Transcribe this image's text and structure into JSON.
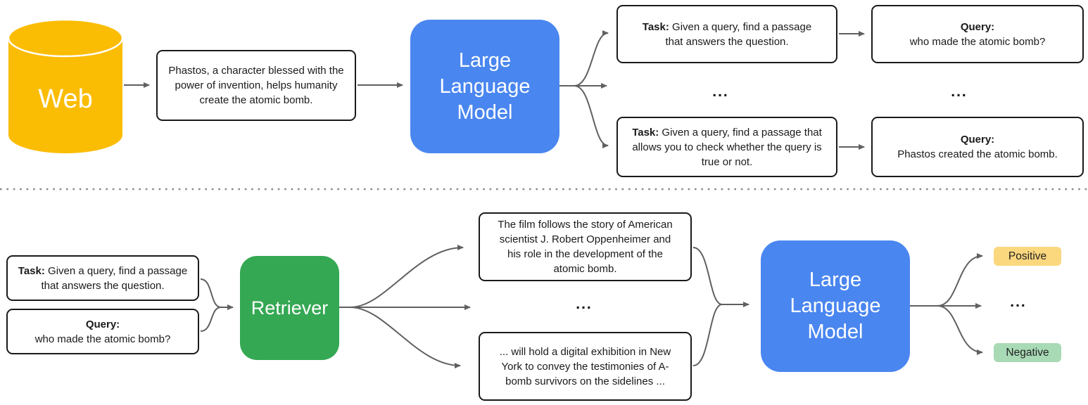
{
  "colors": {
    "web_fill": "#FBBC04",
    "llm_fill": "#4A86F0",
    "retriever_fill": "#34A853",
    "positive_fill": "#FBD77E",
    "negative_fill": "#A8DAB5",
    "arrow": "#606060"
  },
  "ellipsis": "...",
  "stage1": {
    "web_label": "Web",
    "source_passage": "Phastos, a character blessed with the power of invention, helps humanity create the atomic bomb.",
    "llm_label": "Large\nLanguage\nModel",
    "qa_task": {
      "label": "Task:",
      "text": " Given a query, find a passage that answers the question."
    },
    "qa_query": {
      "label": "Query:",
      "text": "who made the atomic bomb?"
    },
    "check_task": {
      "label": "Task:",
      "text": " Given a query, find a passage that allows you to check whether the query is true or not."
    },
    "check_query": {
      "label": "Query:",
      "text": "Phastos created the atomic bomb."
    }
  },
  "stage2": {
    "retriever_label": "Retriever",
    "passage_a": "The film follows the story of American scientist J. Robert Oppenheimer and his role in the development of the atomic bomb.",
    "passage_b": "... will hold a digital exhibition in New York to convey the testimonies of A-bomb survivors on the sidelines ...",
    "llm_label": "Large\nLanguage\nModel",
    "positive_label": "Positive",
    "negative_label": "Negative"
  }
}
